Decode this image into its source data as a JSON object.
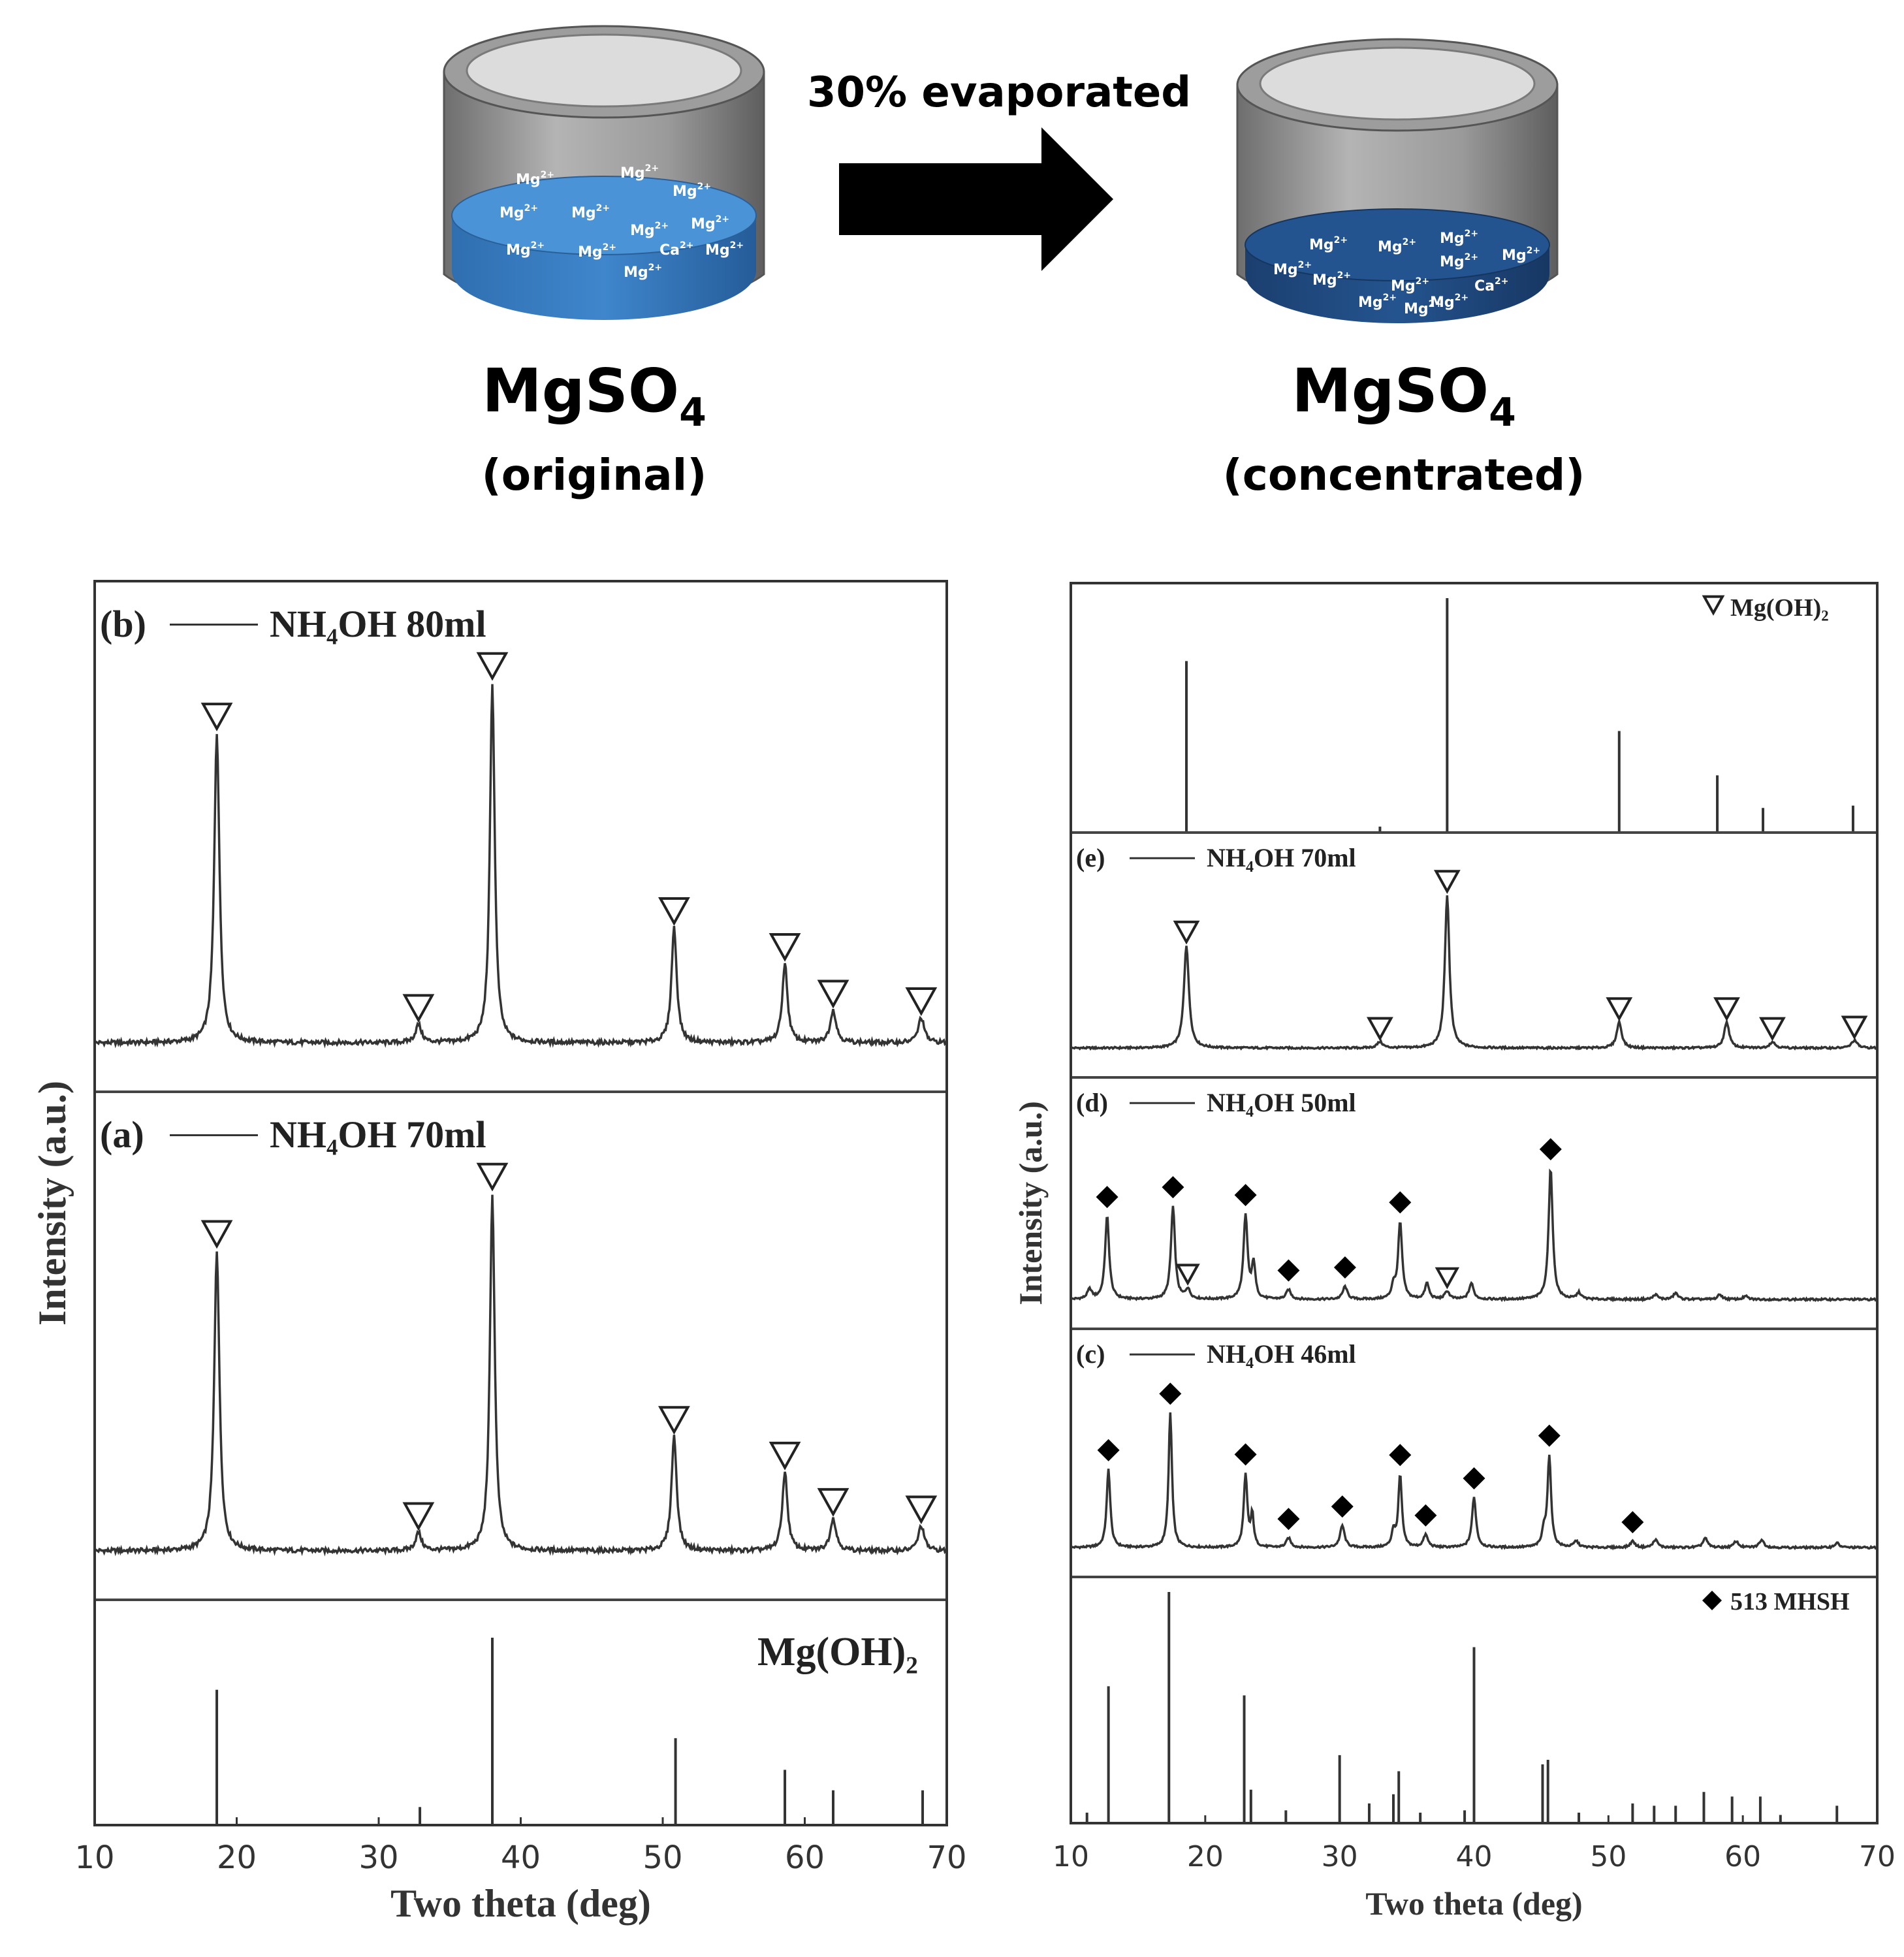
{
  "illustration": {
    "arrow_label": "30% evaporated",
    "left": {
      "formula_main": "MgSO",
      "formula_sub": "4",
      "caption": "(original)",
      "ions": [
        "Mg2+",
        "Mg2+",
        "Mg2+",
        "Mg2+",
        "Mg2+",
        "Mg2+",
        "Mg2+",
        "Mg2+",
        "Mg2+",
        "Mg2+",
        "Ca2+",
        "Mg2+"
      ]
    },
    "right": {
      "formula_main": "MgSO",
      "formula_sub": "4",
      "caption": "(concentrated)",
      "ions": [
        "Mg2+",
        "Mg2+",
        "Mg2+",
        "Mg2+",
        "Mg2+",
        "Mg2+",
        "Mg2+",
        "Mg2+",
        "Mg2+",
        "Ca2+",
        "Mg2+",
        "Mg2+"
      ]
    },
    "colors": {
      "container": "#8a8a8a",
      "solution_light": "#3d7fc4",
      "solution_dark": "#1f4e86"
    }
  },
  "chart_data": [
    {
      "type": "line",
      "xlabel": "Two theta (deg)",
      "ylabel": "Intensity (a.u.)",
      "xlim": [
        10,
        70
      ],
      "xticks": [
        10,
        20,
        30,
        40,
        50,
        60,
        70
      ],
      "panels": [
        {
          "label": "(b)",
          "series_name": "NH4OH 80ml",
          "name_main": "NH",
          "name_sub": "4",
          "name_rest": "OH 80ml",
          "marker": "triangle-open",
          "peaks": [
            {
              "x": 18.6,
              "h": 0.86,
              "w": 0.22
            },
            {
              "x": 32.8,
              "h": 0.05,
              "w": 0.25
            },
            {
              "x": 38.0,
              "h": 1.0,
              "w": 0.2
            },
            {
              "x": 50.8,
              "h": 0.32,
              "w": 0.22
            },
            {
              "x": 58.6,
              "h": 0.22,
              "w": 0.22
            },
            {
              "x": 62.0,
              "h": 0.09,
              "w": 0.25
            },
            {
              "x": 68.2,
              "h": 0.07,
              "w": 0.25
            }
          ],
          "markers_x": [
            18.6,
            32.8,
            38.0,
            50.8,
            58.6,
            62.0,
            68.2
          ]
        },
        {
          "label": "(a)",
          "series_name": "NH4OH 70ml",
          "name_main": "NH",
          "name_sub": "4",
          "name_rest": "OH 70ml",
          "marker": "triangle-open",
          "peaks": [
            {
              "x": 18.6,
              "h": 0.84,
              "w": 0.22
            },
            {
              "x": 32.8,
              "h": 0.05,
              "w": 0.25
            },
            {
              "x": 38.0,
              "h": 1.0,
              "w": 0.2
            },
            {
              "x": 50.8,
              "h": 0.32,
              "w": 0.22
            },
            {
              "x": 58.6,
              "h": 0.22,
              "w": 0.22
            },
            {
              "x": 62.0,
              "h": 0.09,
              "w": 0.25
            },
            {
              "x": 68.2,
              "h": 0.07,
              "w": 0.25
            }
          ],
          "markers_x": [
            18.6,
            32.8,
            38.0,
            50.8,
            58.6,
            62.0,
            68.2
          ]
        },
        {
          "label": "",
          "reference": true,
          "ref_name_main": "Mg(OH)",
          "ref_name_sub": "2",
          "sticks": [
            {
              "x": 18.6,
              "h": 0.72
            },
            {
              "x": 32.9,
              "h": 0.09
            },
            {
              "x": 38.0,
              "h": 1.0
            },
            {
              "x": 50.9,
              "h": 0.46
            },
            {
              "x": 58.6,
              "h": 0.29
            },
            {
              "x": 62.0,
              "h": 0.18
            },
            {
              "x": 68.3,
              "h": 0.18
            }
          ]
        }
      ]
    },
    {
      "type": "line",
      "xlabel": "Two theta (deg)",
      "ylabel": "Intensity (a.u.)",
      "xlim": [
        10,
        70
      ],
      "xticks": [
        10,
        20,
        30,
        40,
        50,
        60,
        70
      ],
      "panels": [
        {
          "label": "",
          "reference": true,
          "ref_marker": "triangle-open",
          "ref_name_main": "Mg(OH)",
          "ref_name_sub": "2",
          "sticks": [
            {
              "x": 18.6,
              "h": 0.73
            },
            {
              "x": 33.0,
              "h": 0.02
            },
            {
              "x": 38.0,
              "h": 1.0
            },
            {
              "x": 50.8,
              "h": 0.43
            },
            {
              "x": 58.1,
              "h": 0.24
            },
            {
              "x": 61.5,
              "h": 0.1
            },
            {
              "x": 68.2,
              "h": 0.11
            }
          ]
        },
        {
          "label": "(e)",
          "series_name": "NH4OH 70ml",
          "name_main": "NH",
          "name_sub": "4",
          "name_rest": "OH 70ml",
          "marker": "triangle-open",
          "peaks": [
            {
              "x": 18.6,
              "h": 0.67,
              "w": 0.22
            },
            {
              "x": 33.0,
              "h": 0.04,
              "w": 0.25
            },
            {
              "x": 38.0,
              "h": 1.0,
              "w": 0.2
            },
            {
              "x": 50.8,
              "h": 0.17,
              "w": 0.22
            },
            {
              "x": 58.8,
              "h": 0.17,
              "w": 0.22
            },
            {
              "x": 62.2,
              "h": 0.04,
              "w": 0.25
            },
            {
              "x": 68.3,
              "h": 0.05,
              "w": 0.25
            }
          ],
          "markers_x": [
            18.6,
            33.0,
            38.0,
            50.8,
            58.8,
            62.2,
            68.3
          ]
        },
        {
          "label": "(d)",
          "series_name": "NH4OH 50ml",
          "name_main": "NH",
          "name_sub": "4",
          "name_rest": "OH 50ml",
          "marker": "diamond",
          "peaks": [
            {
              "x": 11.4,
              "h": 0.06,
              "w": 0.2
            },
            {
              "x": 12.7,
              "h": 0.52,
              "w": 0.18
            },
            {
              "x": 17.6,
              "h": 0.58,
              "w": 0.18
            },
            {
              "x": 18.7,
              "h": 0.06,
              "w": 0.2
            },
            {
              "x": 23.0,
              "h": 0.52,
              "w": 0.18
            },
            {
              "x": 23.6,
              "h": 0.22,
              "w": 0.15
            },
            {
              "x": 26.2,
              "h": 0.06,
              "w": 0.2
            },
            {
              "x": 30.4,
              "h": 0.08,
              "w": 0.2
            },
            {
              "x": 34.0,
              "h": 0.08,
              "w": 0.15
            },
            {
              "x": 34.5,
              "h": 0.48,
              "w": 0.18
            },
            {
              "x": 36.5,
              "h": 0.1,
              "w": 0.18
            },
            {
              "x": 38.0,
              "h": 0.05,
              "w": 0.2
            },
            {
              "x": 39.8,
              "h": 0.1,
              "w": 0.2
            },
            {
              "x": 45.7,
              "h": 0.82,
              "w": 0.18
            },
            {
              "x": 47.8,
              "h": 0.04,
              "w": 0.2
            },
            {
              "x": 53.5,
              "h": 0.03,
              "w": 0.2
            },
            {
              "x": 55.0,
              "h": 0.04,
              "w": 0.2
            },
            {
              "x": 58.3,
              "h": 0.03,
              "w": 0.2
            },
            {
              "x": 60.2,
              "h": 0.02,
              "w": 0.2
            }
          ],
          "markers_x": [
            12.7,
            17.6,
            23.0,
            26.2,
            30.4,
            34.5,
            45.7
          ],
          "secondary_markers_x": [
            18.7,
            38.0
          ]
        },
        {
          "label": "(c)",
          "series_name": "NH4OH 46ml",
          "name_main": "NH",
          "name_sub": "4",
          "name_rest": "OH 46ml",
          "marker": "diamond",
          "peaks": [
            {
              "x": 12.8,
              "h": 0.5,
              "w": 0.16
            },
            {
              "x": 17.4,
              "h": 0.86,
              "w": 0.15
            },
            {
              "x": 23.0,
              "h": 0.46,
              "w": 0.16
            },
            {
              "x": 23.5,
              "h": 0.2,
              "w": 0.13
            },
            {
              "x": 26.2,
              "h": 0.06,
              "w": 0.2
            },
            {
              "x": 30.2,
              "h": 0.14,
              "w": 0.2
            },
            {
              "x": 34.0,
              "h": 0.1,
              "w": 0.15
            },
            {
              "x": 34.5,
              "h": 0.46,
              "w": 0.16
            },
            {
              "x": 36.4,
              "h": 0.08,
              "w": 0.2
            },
            {
              "x": 40.0,
              "h": 0.32,
              "w": 0.18
            },
            {
              "x": 45.2,
              "h": 0.1,
              "w": 0.15
            },
            {
              "x": 45.6,
              "h": 0.58,
              "w": 0.16
            },
            {
              "x": 47.6,
              "h": 0.04,
              "w": 0.2
            },
            {
              "x": 51.8,
              "h": 0.04,
              "w": 0.2
            },
            {
              "x": 53.5,
              "h": 0.05,
              "w": 0.2
            },
            {
              "x": 57.2,
              "h": 0.06,
              "w": 0.2
            },
            {
              "x": 59.5,
              "h": 0.04,
              "w": 0.2
            },
            {
              "x": 61.4,
              "h": 0.05,
              "w": 0.2
            },
            {
              "x": 67.0,
              "h": 0.03,
              "w": 0.2
            }
          ],
          "markers_x": [
            12.8,
            17.4,
            23.0,
            26.2,
            30.2,
            34.5,
            36.4,
            40.0,
            45.6,
            51.8
          ]
        },
        {
          "label": "",
          "reference": true,
          "ref_marker": "diamond",
          "ref_name_main": "513 MHSH",
          "ref_name_sub": "",
          "sticks": [
            {
              "x": 11.2,
              "h": 0.04
            },
            {
              "x": 12.8,
              "h": 0.59
            },
            {
              "x": 17.3,
              "h": 1.0
            },
            {
              "x": 22.9,
              "h": 0.55
            },
            {
              "x": 23.4,
              "h": 0.14
            },
            {
              "x": 26.0,
              "h": 0.05
            },
            {
              "x": 30.0,
              "h": 0.29
            },
            {
              "x": 32.2,
              "h": 0.08
            },
            {
              "x": 34.0,
              "h": 0.12
            },
            {
              "x": 34.4,
              "h": 0.22
            },
            {
              "x": 36.0,
              "h": 0.04
            },
            {
              "x": 39.3,
              "h": 0.05
            },
            {
              "x": 40.0,
              "h": 0.76
            },
            {
              "x": 45.1,
              "h": 0.25
            },
            {
              "x": 45.5,
              "h": 0.27
            },
            {
              "x": 47.8,
              "h": 0.04
            },
            {
              "x": 51.8,
              "h": 0.08
            },
            {
              "x": 53.4,
              "h": 0.07
            },
            {
              "x": 55.0,
              "h": 0.07
            },
            {
              "x": 57.1,
              "h": 0.13
            },
            {
              "x": 59.2,
              "h": 0.11
            },
            {
              "x": 61.3,
              "h": 0.11
            },
            {
              "x": 62.8,
              "h": 0.03
            },
            {
              "x": 67.0,
              "h": 0.07
            }
          ]
        }
      ]
    }
  ]
}
